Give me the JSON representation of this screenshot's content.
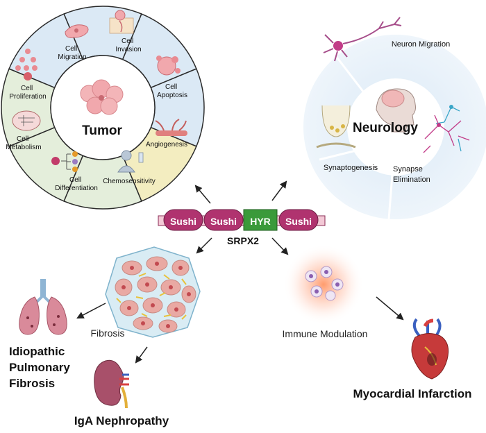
{
  "tumor": {
    "center": "Tumor",
    "segments": [
      {
        "lines": [
          "Cell",
          "Migration"
        ]
      },
      {
        "lines": [
          "Cell",
          "Invasion"
        ]
      },
      {
        "lines": [
          "Cell",
          "Apoptosis"
        ]
      },
      {
        "lines": [
          "Angiogenesis"
        ]
      },
      {
        "lines": [
          "Chemosensitivity"
        ]
      },
      {
        "lines": [
          "Cell",
          "Differentiation"
        ]
      },
      {
        "lines": [
          "Cell",
          "Metabolism"
        ]
      },
      {
        "lines": [
          "Cell",
          "Proliferation"
        ]
      }
    ]
  },
  "neurology": {
    "center": "Neurology",
    "neuron_migration": "Neuron Migration",
    "synaptogenesis": "Synaptogenesis",
    "synapse_elimination": [
      "Synapse",
      "Elimination"
    ]
  },
  "protein": {
    "name": "SRPX2",
    "domains": [
      "Sushi",
      "Sushi",
      "HYR",
      "Sushi"
    ]
  },
  "fibrosis": {
    "label": "Fibrosis",
    "ipf": [
      "Idiopathic",
      "Pulmonary",
      "Fibrosis"
    ],
    "iga": "IgA Nephropathy"
  },
  "immune": {
    "label": "Immune Modulation",
    "mi": "Myocardial Infarction"
  },
  "colors": {
    "sushi": "#b0336f",
    "hyr": "#3a9a3a",
    "tumor_blue": "#dbe9f5",
    "tumor_yellow": "#f3edc0",
    "tumor_green": "#e4eedb",
    "neuro_bg": "#e3eef8"
  }
}
